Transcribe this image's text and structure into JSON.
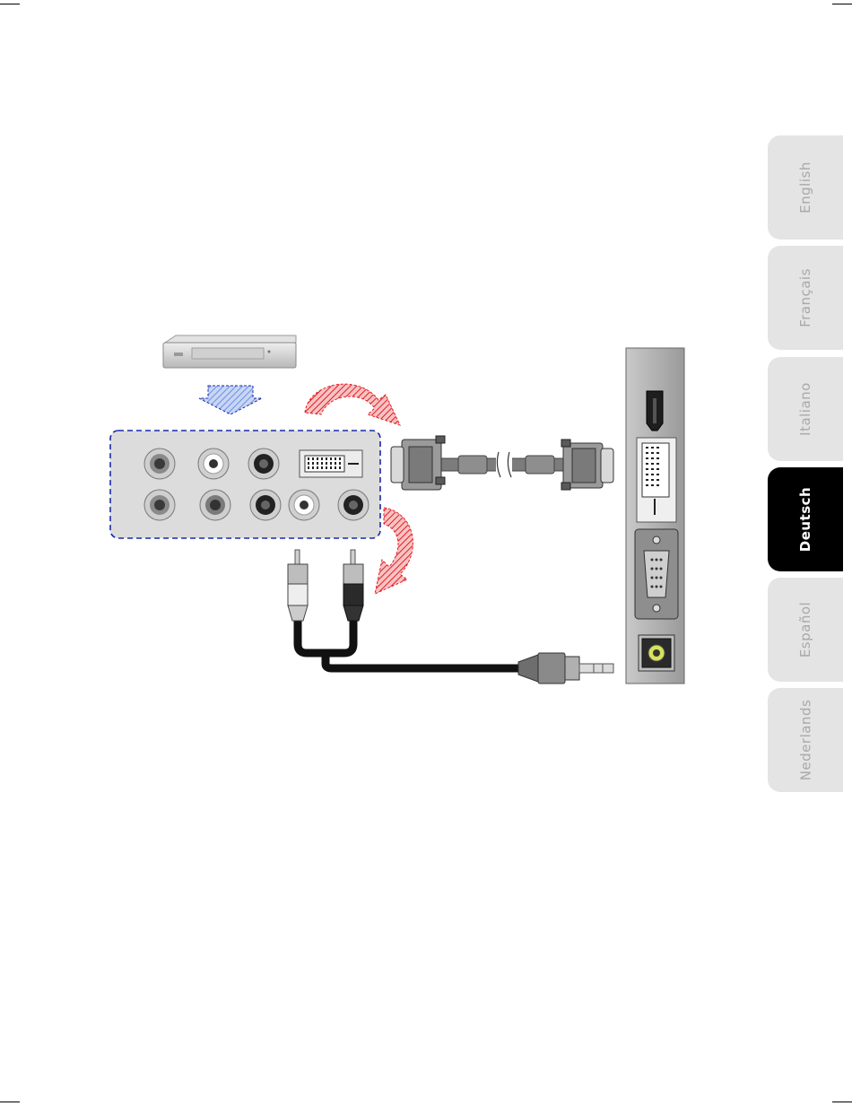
{
  "language_tabs": [
    {
      "label": "English",
      "active": false
    },
    {
      "label": "Français",
      "active": false
    },
    {
      "label": "Italiano",
      "active": false
    },
    {
      "label": "Deutsch",
      "active": true
    },
    {
      "label": "Español",
      "active": false
    },
    {
      "label": "Nederlands",
      "active": false
    }
  ],
  "colors": {
    "active_tab": "#000000",
    "inactive_tab": "#e4e4e4",
    "inactive_tab_text": "#a9a9a9",
    "dashed_frame": "#1a2aa8",
    "arrow_red": "#e31c23",
    "arrow_blue": "#6d8fe0",
    "panel_gray": "#a3a3a3"
  },
  "icons": [
    "dvd-player-icon",
    "down-arrow-icon",
    "curved-arrow-icon",
    "dvi-cable-icon",
    "rca-to-jack-cable-icon",
    "hdmi-port-icon",
    "dvi-port-icon",
    "vga-port-icon",
    "audio-jack-port-icon"
  ]
}
